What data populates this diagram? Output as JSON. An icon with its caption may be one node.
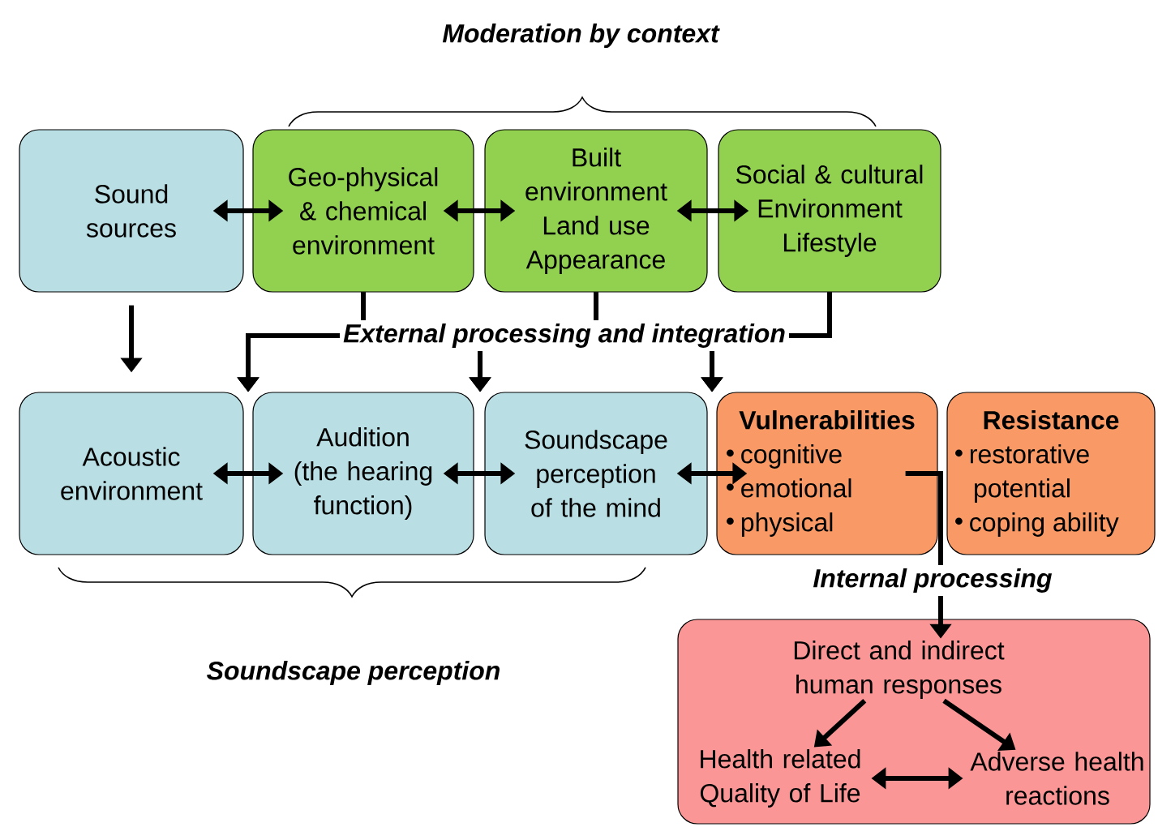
{
  "diagram": {
    "nodes": [
      {
        "text": [
          "Sound sources"
        ]
      },
      {
        "text": [
          "Geo-physical & chemical environment"
        ]
      },
      {
        "text": [
          "Built environment Land use Appearance"
        ]
      },
      {
        "text": [
          "Social & cultural Environment Lifestyle"
        ]
      },
      {
        "text": [
          "Acoustic environment"
        ]
      },
      {
        "text": [
          "Audition (the hearing function)"
        ]
      },
      {
        "text": [
          "Soundscape perception of the mind"
        ]
      },
      {
        "text": [
          "Vulnerabilities",
          "cognitive",
          "emotional",
          "physical"
        ]
      },
      {
        "text": [
          "Resistance",
          "restorative potential",
          "coping ability"
        ]
      },
      {
        "text": [],
        "shape": "box"
      },
      {
        "text": [
          "Direct and indirect human responses"
        ],
        "in": 9
      },
      {
        "text": [
          "Health related Quality of Life"
        ],
        "in": 9
      },
      {
        "text": [
          "Adverse health reactions"
        ],
        "in": 9
      }
    ],
    "edges": [
      {
        "from": 0,
        "to": 1,
        "arrow": "both"
      },
      {
        "from": 1,
        "to": 2,
        "arrow": "both"
      },
      {
        "from": 2,
        "to": 3,
        "arrow": "both"
      },
      {
        "from": 0,
        "to": 4,
        "arrow": "to"
      },
      {
        "from": 1,
        "to": 5,
        "arrow": "to"
      },
      {
        "from": 1,
        "to": 6,
        "arrow": "to"
      },
      {
        "from": 1,
        "to": 7,
        "arrow": "to"
      },
      {
        "from": 2,
        "to": 5,
        "arrow": "to"
      },
      {
        "from": 2,
        "to": 6,
        "arrow": "to"
      },
      {
        "from": 2,
        "to": 7,
        "arrow": "to"
      },
      {
        "from": 3,
        "to": 5,
        "arrow": "to"
      },
      {
        "from": 3,
        "to": 6,
        "arrow": "to"
      },
      {
        "from": 3,
        "to": 7,
        "arrow": "to"
      },
      {
        "from": 4,
        "to": 5,
        "arrow": "both"
      },
      {
        "from": 5,
        "to": 6,
        "arrow": "both"
      },
      {
        "from": 6,
        "to": 7,
        "arrow": "both"
      },
      {
        "from": 7,
        "to": 10,
        "arrow": "to",
        "label": "Internal processing"
      },
      {
        "from": 10,
        "to": 11,
        "arrow": "to"
      },
      {
        "from": 10,
        "to": 12,
        "arrow": "to"
      },
      {
        "from": 11,
        "to": 12,
        "arrow": "both"
      }
    ],
    "labels": [
      "Moderation by context",
      "External processing and integration",
      "Soundscape perception"
    ]
  }
}
